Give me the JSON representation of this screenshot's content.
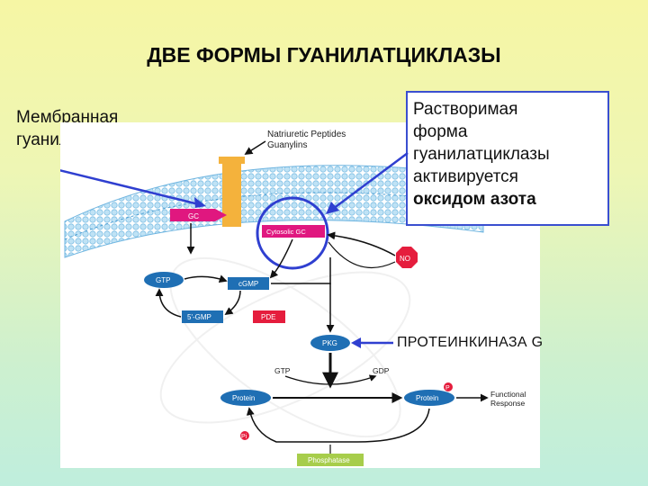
{
  "slide": {
    "title": "ДВЕ ФОРМЫ ГУАНИЛАТЦИКЛАЗЫ",
    "membrane_label_line1": "Мембранная",
    "membrane_label_line2": "гуанилатциклаза",
    "soluble_line1": "Растворимая",
    "soluble_line2": "форма",
    "soluble_line3": "гуанилатциклазы",
    "soluble_line4": "активируется",
    "soluble_line5": "оксидом азота",
    "pkg_label": "ПРОТЕИНКИНАЗА G"
  },
  "diagram": {
    "natriuretic_line1": "Natriuretic Peptides",
    "natriuretic_line2": "Guanylins",
    "gc": "GC",
    "cytosolic_gc": "Cytosolic GC",
    "no": "NO",
    "gtp_1": "GTP",
    "cgmp": "cGMP",
    "gmp_5": "5'-GMP",
    "pde": "PDE",
    "pkg": "PKG",
    "gtp_2": "GTP",
    "gdp": "GDP",
    "protein_left": "Protein",
    "protein_right": "Protein",
    "p_right": "P",
    "pi": "Pi",
    "functional_line1": "Functional",
    "functional_line2": "Response",
    "phosphatase": "Phosphatase"
  },
  "colors": {
    "highlight_blue": "#2f3fd0",
    "membrane_blue": "#a9d6ef",
    "receptor_orange": "#f4b23c",
    "gc_magenta": "#e0177f",
    "node_blue": "#1f6fb4",
    "node_red": "#e51d3d",
    "phosphatase_green": "#a7cd4b"
  }
}
